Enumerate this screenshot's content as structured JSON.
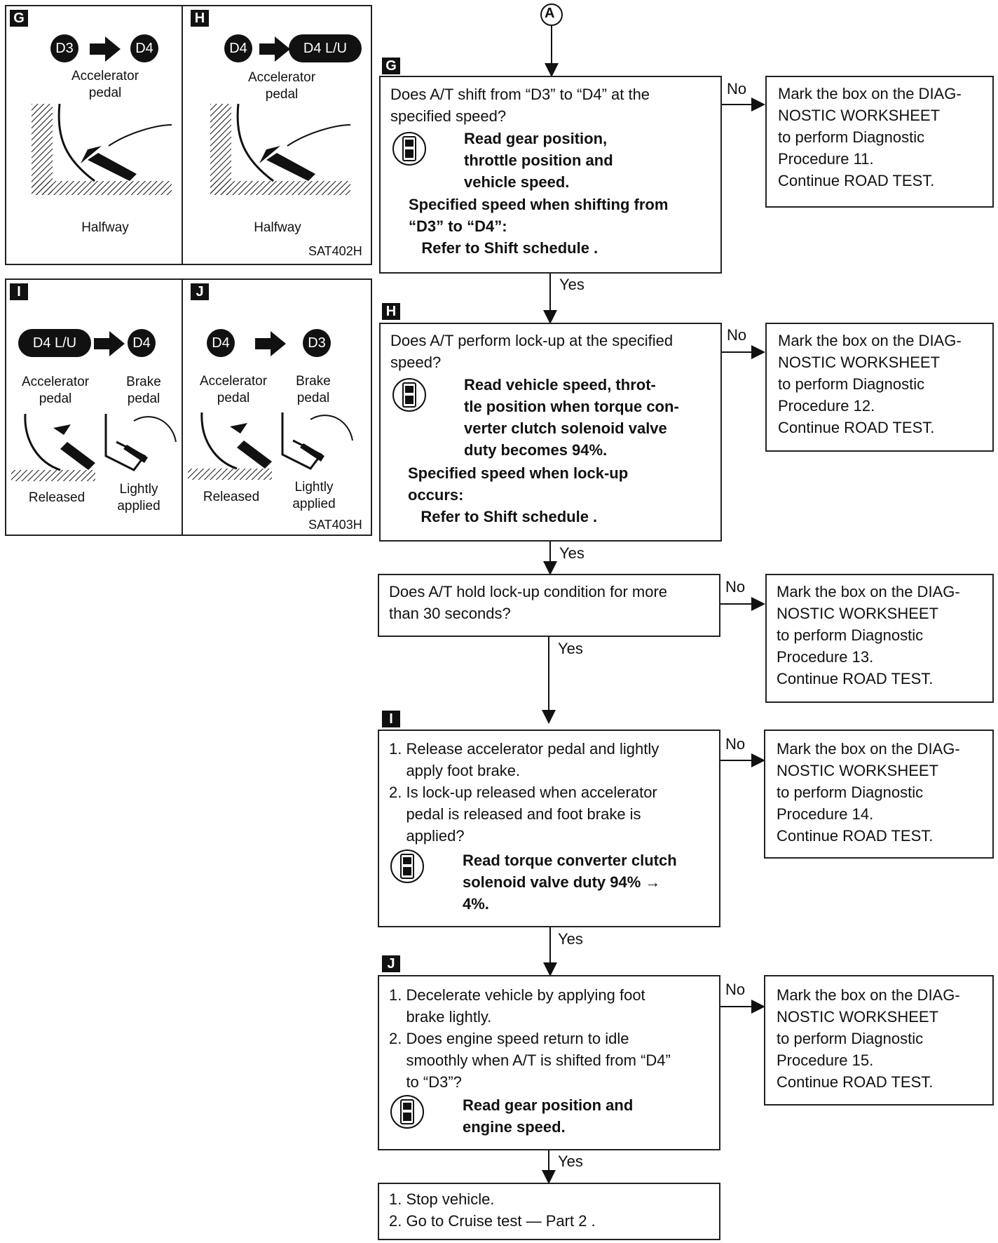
{
  "connector": "A",
  "figures": [
    {
      "tag": "G",
      "from": "D3",
      "to": "D4",
      "labels": [
        "Accelerator\npedal"
      ],
      "caption": "Halfway"
    },
    {
      "tag": "H",
      "from": "D4",
      "to": "D4 L/U",
      "labels": [
        "Accelerator\npedal"
      ],
      "caption": "Halfway",
      "code": "SAT402H"
    },
    {
      "tag": "I",
      "from": "D4 L/U",
      "to": "D4",
      "labels": [
        "Accelerator\npedal",
        "Brake\npedal"
      ],
      "captions": [
        "Released",
        "Lightly\napplied"
      ]
    },
    {
      "tag": "J",
      "from": "D4",
      "to": "D3",
      "labels": [
        "Accelerator\npedal",
        "Brake\npedal"
      ],
      "captions": [
        "Released",
        "Lightly\napplied"
      ],
      "code": "SAT403H"
    }
  ],
  "steps": [
    {
      "tag": "G",
      "question": "Does A/T shift from “D3” to “D4” at the\nspecified speed?",
      "monitor": "Read gear position,\nthrottle position and\nvehicle speed.",
      "spec": "Specified speed when shifting from\n“D3” to “D4”:\n   Refer to Shift schedule ."
    },
    {
      "tag": "H",
      "question": "Does A/T perform lock-up at the specified\nspeed?",
      "monitor": "Read vehicle speed, throt-\ntle position when torque con-\nverter clutch solenoid valve\nduty becomes 94%.",
      "spec": "Specified speed when lock-up\noccurs:\n   Refer to Shift schedule ."
    },
    {
      "tag": "",
      "question": "Does A/T hold lock-up condition for more\nthan 30 seconds?"
    },
    {
      "tag": "I",
      "question": "1. Release accelerator pedal and lightly\n    apply foot brake.\n2. Is lock-up released when accelerator\n    pedal is released and foot brake is\n    applied?",
      "monitor": "Read torque converter clutch\nsolenoid valve duty 94% →\n4%."
    },
    {
      "tag": "J",
      "question": "1. Decelerate vehicle by applying foot\n    brake lightly.\n2. Does engine speed return to idle\n    smoothly when A/T is shifted from “D4”\n    to “D3”?",
      "monitor": "Read gear position and\nengine speed."
    },
    {
      "tag": "",
      "question": "1. Stop vehicle.\n2. Go to Cruise test — Part 2 ."
    }
  ],
  "side_boxes": [
    "Mark the box on the DIAG-\nNOSTIC WORKSHEET\nto perform Diagnostic\nProcedure 11.\nContinue ROAD TEST.",
    "Mark the box on the DIAG-\nNOSTIC WORKSHEET\nto perform Diagnostic\nProcedure 12.\nContinue ROAD TEST.",
    "Mark the box on the DIAG-\nNOSTIC WORKSHEET\nto perform Diagnostic\nProcedure 13.\nContinue ROAD TEST.",
    "Mark the box on the DIAG-\nNOSTIC WORKSHEET\nto perform Diagnostic\nProcedure 14.\nContinue ROAD TEST.",
    "Mark the box on the DIAG-\nNOSTIC WORKSHEET\nto perform Diagnostic\nProcedure 15.\nContinue ROAD TEST."
  ],
  "yes_label": "Yes",
  "no_label": "No"
}
